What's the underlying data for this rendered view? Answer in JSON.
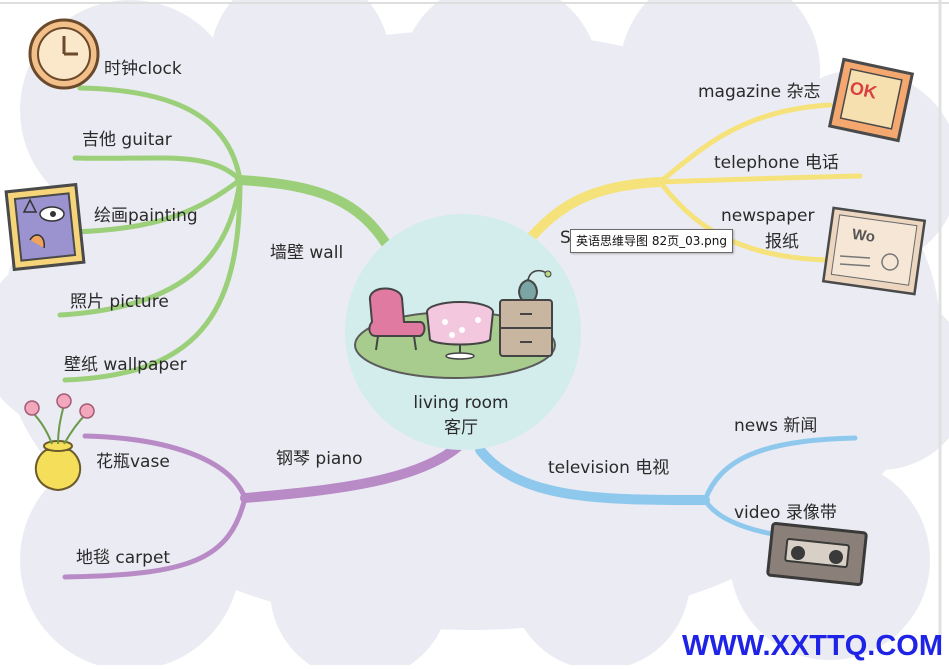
{
  "center": {
    "line1": "living room",
    "line2": "客厅"
  },
  "branches": {
    "wall": {
      "label": "墙壁 wall",
      "color": "#9ccf79",
      "items": [
        "时钟clock",
        "吉他 guitar",
        "绘画painting",
        "照片 picture",
        "壁纸 wallpaper"
      ]
    },
    "piano": {
      "label": "钢琴 piano",
      "color": "#b98bc6",
      "items": [
        "花瓶vase",
        "地毯 carpet"
      ]
    },
    "sofa": {
      "label": "S",
      "color": "#f6e27a",
      "items": [
        "magazine 杂志",
        "telephone 电话",
        "newspaper",
        "报纸"
      ]
    },
    "television": {
      "label": "television 电视",
      "color": "#8ec8ec",
      "items": [
        "news 新闻",
        "video 录像带"
      ]
    }
  },
  "tooltip": "英语思维导图 82页_03.png",
  "watermark": "WWW.XXTTQ.COM",
  "icons": [
    "clock-icon",
    "painting-icon",
    "vase-icon",
    "magazine-icon",
    "newspaper-icon",
    "videotape-icon",
    "living-room-furniture-icon"
  ]
}
